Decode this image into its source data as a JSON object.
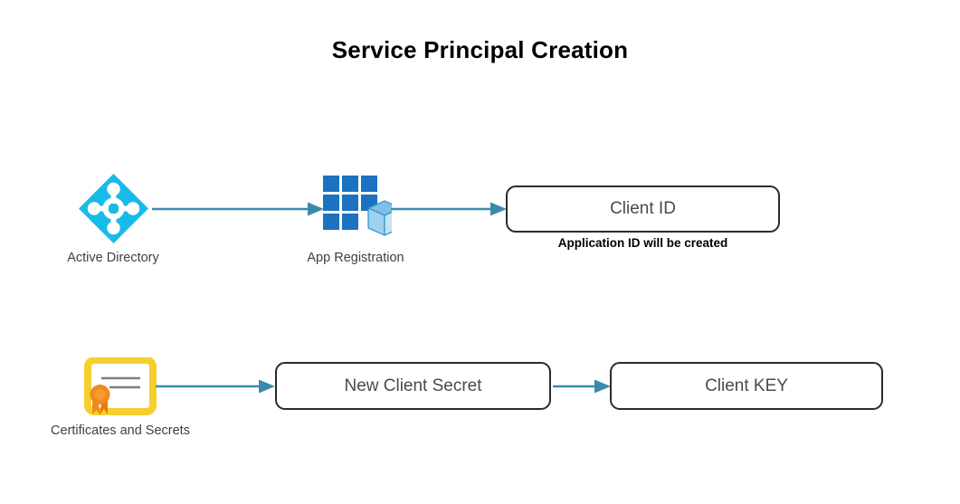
{
  "diagram": {
    "title": "Service Principal Creation",
    "accent_colors": {
      "arrow": "#3b8aad",
      "active_directory_diamond": "#18bbe8",
      "app_registration_grid": "#1b72c0",
      "app_registration_cube": "#a8d4ef",
      "certificate_frame": "#f6cf2e",
      "certificate_ribbon": "#ef8a1e",
      "box_border": "#2b2b2b",
      "box_text": "#4a4a4a",
      "label_text": "#404040"
    },
    "nodes": [
      {
        "id": "active-directory",
        "type": "icon",
        "icon": "active-directory-icon",
        "label": "Active Directory"
      },
      {
        "id": "app-registration",
        "type": "icon",
        "icon": "app-registration-icon",
        "label": "App Registration"
      },
      {
        "id": "client-id",
        "type": "box",
        "label": "Client ID",
        "caption": "Application ID will be created"
      },
      {
        "id": "certificates-and-secrets",
        "type": "icon",
        "icon": "certificate-icon",
        "label": "Certificates and Secrets"
      },
      {
        "id": "new-client-secret",
        "type": "box",
        "label": "New Client Secret"
      },
      {
        "id": "client-key",
        "type": "box",
        "label": "Client KEY"
      }
    ],
    "edges": [
      {
        "id": "edge-ad-to-appreg",
        "from": "active-directory",
        "to": "app-registration",
        "style": "arrow"
      },
      {
        "id": "edge-appreg-to-clientid",
        "from": "app-registration",
        "to": "client-id",
        "style": "arrow"
      },
      {
        "id": "edge-cert-to-secret",
        "from": "certificates-and-secrets",
        "to": "new-client-secret",
        "style": "arrow"
      },
      {
        "id": "edge-secret-to-key",
        "from": "new-client-secret",
        "to": "client-key",
        "style": "arrow"
      }
    ]
  }
}
